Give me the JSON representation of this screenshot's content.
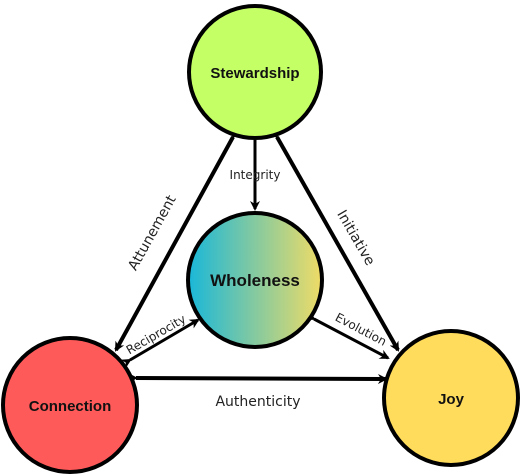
{
  "nodes": {
    "stewardship": {
      "label": "Stewardship",
      "color": "#c5ff66"
    },
    "wholeness": {
      "label": "Wholeness",
      "gradient": [
        "#19b7d9",
        "#f0dc66"
      ]
    },
    "connection": {
      "label": "Connection",
      "color": "#ff5a5a"
    },
    "joy": {
      "label": "Joy",
      "color": "#ffdc5c"
    }
  },
  "edges": {
    "integrity": "Integrity",
    "attunement": "Attunement",
    "initiative": "Initiative",
    "reciprocity": "Reciprocity",
    "evolution": "Evolution",
    "authenticity": "Authenticity"
  },
  "colors": {
    "stroke": "#000000"
  }
}
